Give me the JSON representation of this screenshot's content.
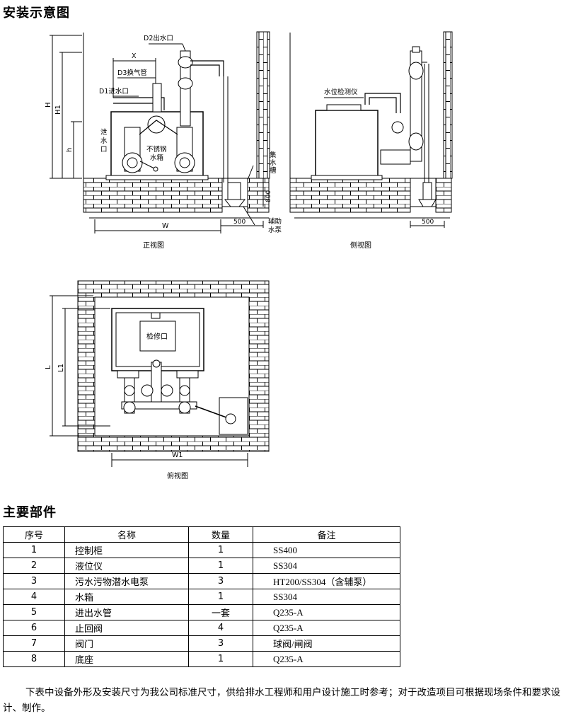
{
  "headings": {
    "install_diagram": "安装示意图",
    "main_parts": "主要部件"
  },
  "front_view": {
    "caption": "正视图",
    "labels": {
      "d2": "D2出水口",
      "x": "X",
      "d3": "D3换气管",
      "d1": "D1进水口",
      "drain_1": "泄",
      "drain_2": "水",
      "drain_3": "口",
      "tank_1": "不锈钢",
      "tank_2": "水箱",
      "h": "H",
      "h1": "H1",
      "h_small": "h",
      "w": "W",
      "dim_800": "800",
      "dim_500": "500",
      "sump_1": "集",
      "sump_2": "水",
      "sump_3": "槽",
      "aux_1": "辅助",
      "aux_2": "水泵"
    }
  },
  "side_view": {
    "caption": "侧视图",
    "labels": {
      "level_meter": "水位检测仪",
      "dim_500": "500"
    }
  },
  "top_view": {
    "caption": "俯视图",
    "labels": {
      "hatch": "检修口",
      "l": "L",
      "l1": "L1",
      "w1": "W1"
    }
  },
  "parts_table": {
    "headers": [
      "序号",
      "名称",
      "数量",
      "备注"
    ],
    "rows": [
      [
        "1",
        "控制柜",
        "1",
        "SS400"
      ],
      [
        "2",
        "液位仪",
        "1",
        "SS304"
      ],
      [
        "3",
        "污水污物潜水电泵",
        "3",
        "HT200/SS304（含辅泵）"
      ],
      [
        "4",
        "水箱",
        "1",
        "SS304"
      ],
      [
        "5",
        "进出水管",
        "一套",
        "Q235-A"
      ],
      [
        "6",
        "止回阀",
        "4",
        "Q235-A"
      ],
      [
        "7",
        "阀门",
        "3",
        "球阀/闸阀"
      ],
      [
        "8",
        "底座",
        "1",
        "Q235-A"
      ]
    ]
  },
  "footnote": "下表中设备外形及安装尺寸为我公司标准尺寸，供给排水工程师和用户设计施工时参考；对于改造项目可根据现场条件和要求设计、制作。"
}
